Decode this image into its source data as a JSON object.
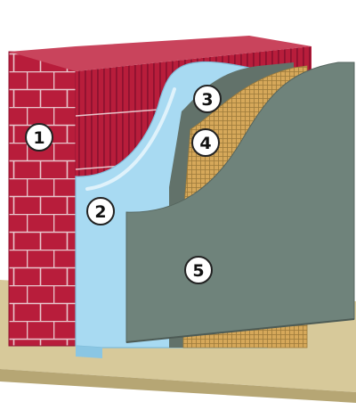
{
  "callouts": [
    {
      "number": "1"
    },
    {
      "number": "2"
    },
    {
      "number": "3"
    },
    {
      "number": "4"
    },
    {
      "number": "5"
    }
  ],
  "colors": {
    "brick": "#b81d3b",
    "brick_dark": "#8e1230",
    "mortar": "#e8c6cc",
    "insulation": "#a8daf2",
    "adhesive": "#62726a",
    "mesh": "#d6a85a",
    "render": "#6f837b",
    "ground": "#d7c99a"
  }
}
